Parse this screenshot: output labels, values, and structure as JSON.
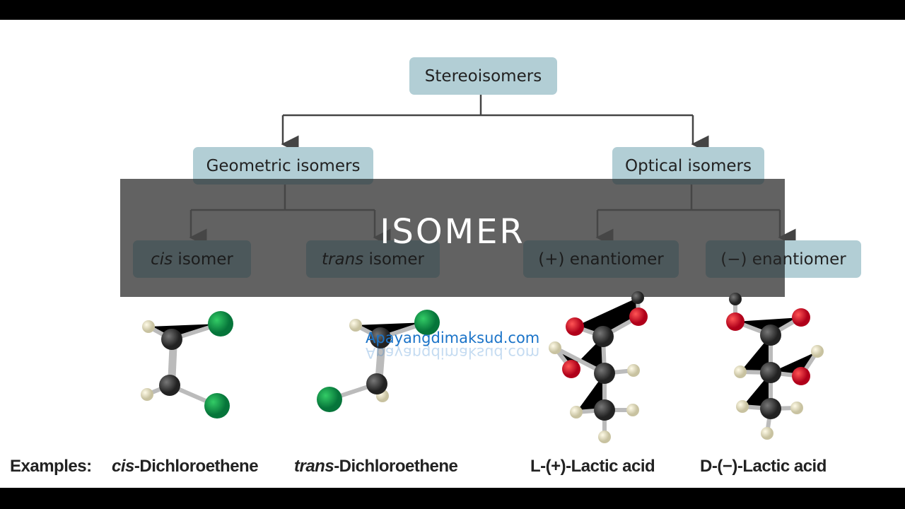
{
  "title": "ISOMER",
  "watermark": "Apayangdimaksud.com",
  "tree": {
    "root": "Stereoisomers",
    "geometric": "Geometric isomers",
    "optical": "Optical isomers",
    "cis_italic": "cis",
    "cis_rest": " isomer",
    "trans_italic": "trans",
    "trans_rest": " isomer",
    "plus": "(+) enantiomer",
    "minus": "(−) enantiomer"
  },
  "examples": {
    "label": "Examples:",
    "cis_italic": "cis",
    "cis_rest": "-Dichloroethene",
    "trans_italic": "trans",
    "trans_rest": "-Dichloroethene",
    "l_lactic": "L-(+)-Lactic acid",
    "d_lactic": "D-(−)-Lactic acid"
  },
  "colors": {
    "box": "#b2ced5",
    "chlorine": "#0a9a50",
    "oxygen": "#d0102a",
    "carbon": "#333333",
    "hydrogen": "#e8e4c8"
  }
}
